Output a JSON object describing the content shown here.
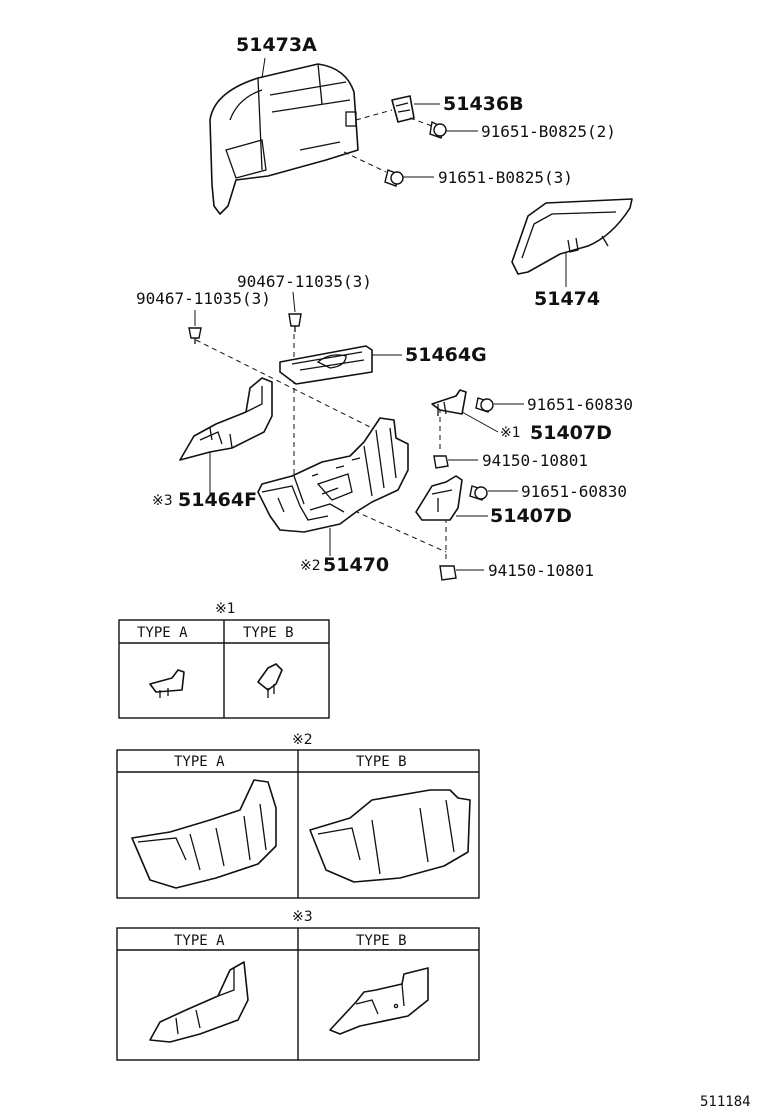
{
  "parts": {
    "p51473A": "51473A",
    "p51436B": "51436B",
    "p91651_B0825_2": "91651-B0825(2)",
    "p91651_B0825_3": "91651-B0825(3)",
    "p51474": "51474",
    "p90467_a": "90467-11035(3)",
    "p90467_b": "90467-11035(3)",
    "p51464G": "51464G",
    "p91651_60830_a": "91651-60830",
    "p51407D_a": "51407D",
    "p94150_a": "94150-10801",
    "p51464F": "51464F",
    "p91651_60830_b": "91651-60830",
    "p51407D_b": "51407D",
    "p51470": "51470",
    "p94150_b": "94150-10801"
  },
  "marks": {
    "m1": "※1",
    "m2": "※2",
    "m3": "※3"
  },
  "tables": {
    "t1": {
      "title": "※1",
      "col_a": "TYPE A",
      "col_b": "TYPE B"
    },
    "t2": {
      "title": "※2",
      "col_a": "TYPE A",
      "col_b": "TYPE B"
    },
    "t3": {
      "title": "※3",
      "col_a": "TYPE A",
      "col_b": "TYPE B"
    }
  },
  "diagram_code": "511184"
}
